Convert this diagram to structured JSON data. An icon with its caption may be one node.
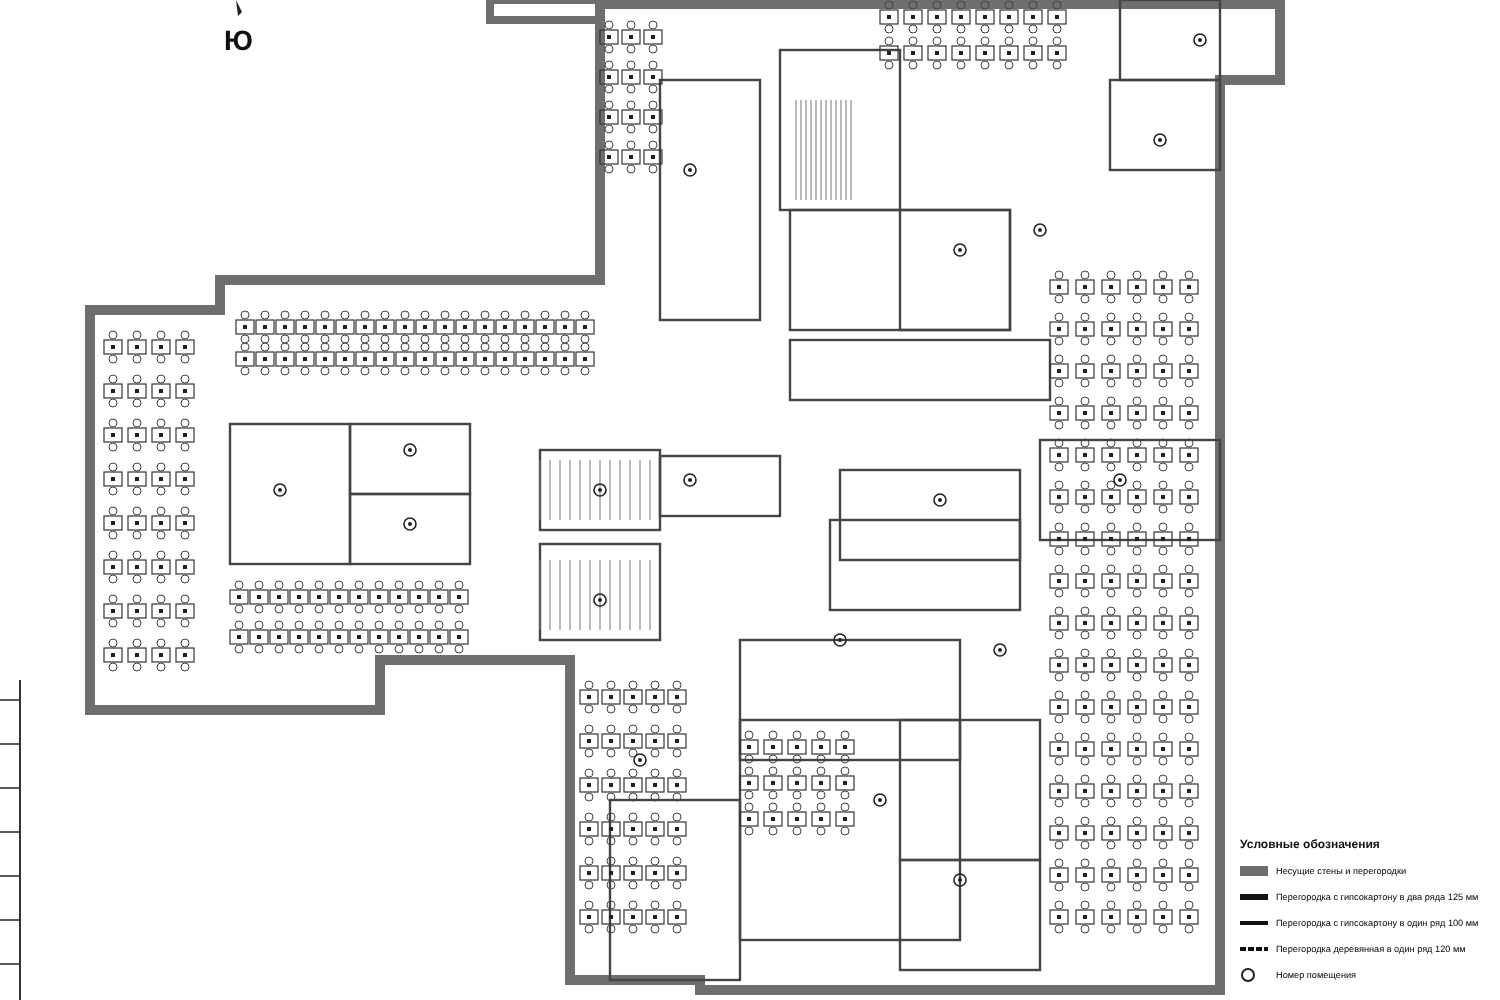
{
  "diagram": {
    "labels": [
      "Ю",
      "Условные обозначения"
    ],
    "legend": [
      {
        "text": "Несущие стены и перегородки",
        "color": "#6e6e6e"
      },
      {
        "text": "Перегородка с гипсокартону в два ряда 125 мм"
      },
      {
        "text": "Перегородка с гипсокартону в один ряд 100 мм"
      },
      {
        "text": "Перегородка деревянная в один ряд 120 мм"
      },
      {
        "text": "Номер помещения"
      }
    ]
  }
}
